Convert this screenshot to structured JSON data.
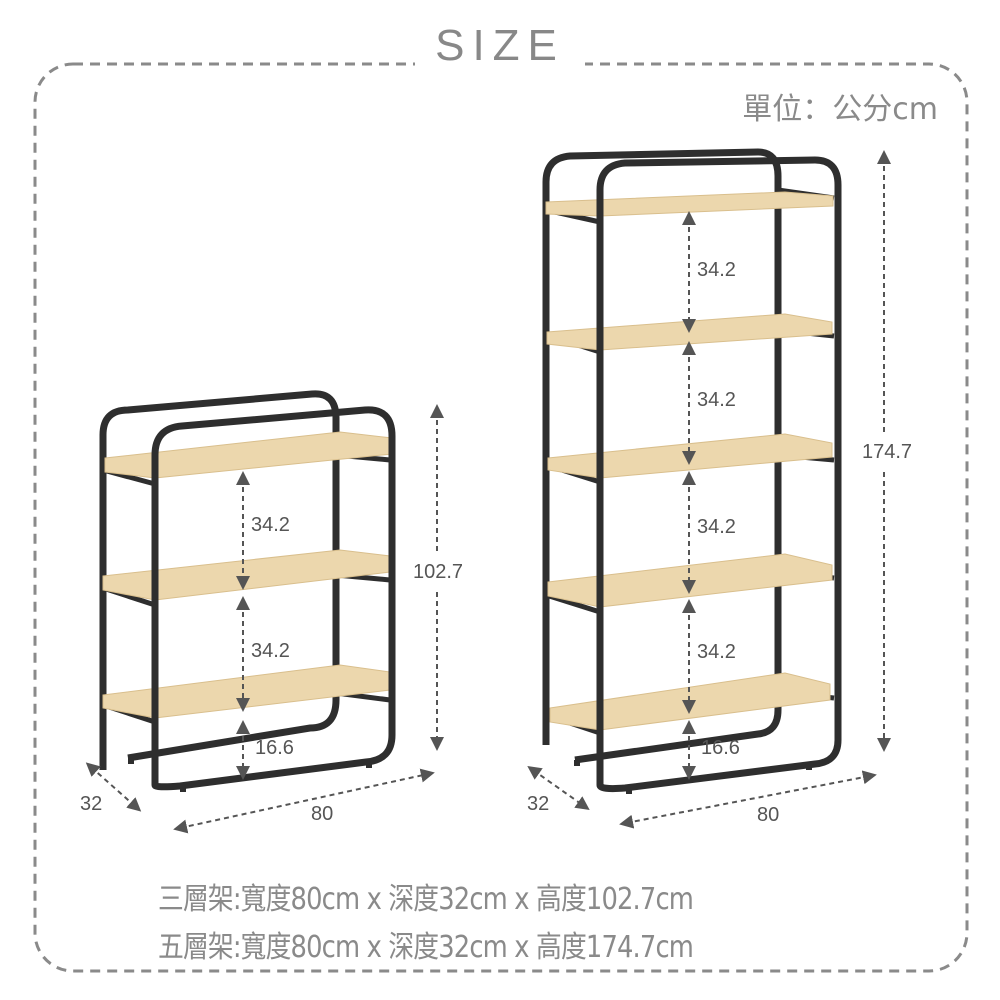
{
  "title": "SIZE",
  "unit_label": "單位：公分cm",
  "colors": {
    "frame_border": "#8a8a8a",
    "title_text": "#888888",
    "metal_frame": "#2e2e2e",
    "shelf_wood": "#ecd7ad",
    "dimension_text": "#555555"
  },
  "shelves": [
    {
      "name": "three-tier",
      "shelf_spacing": [
        "34.2",
        "34.2"
      ],
      "bottom_clearance": "16.6",
      "height": "102.7",
      "width": "80",
      "depth": "32"
    },
    {
      "name": "five-tier",
      "shelf_spacing": [
        "34.2",
        "34.2",
        "34.2",
        "34.2"
      ],
      "bottom_clearance": "16.6",
      "height": "174.7",
      "width": "80",
      "depth": "32"
    }
  ],
  "specs": [
    "三層架:寬度80cm x 深度32cm x 高度102.7cm",
    "五層架:寬度80cm x 深度32cm x 高度174.7cm"
  ]
}
